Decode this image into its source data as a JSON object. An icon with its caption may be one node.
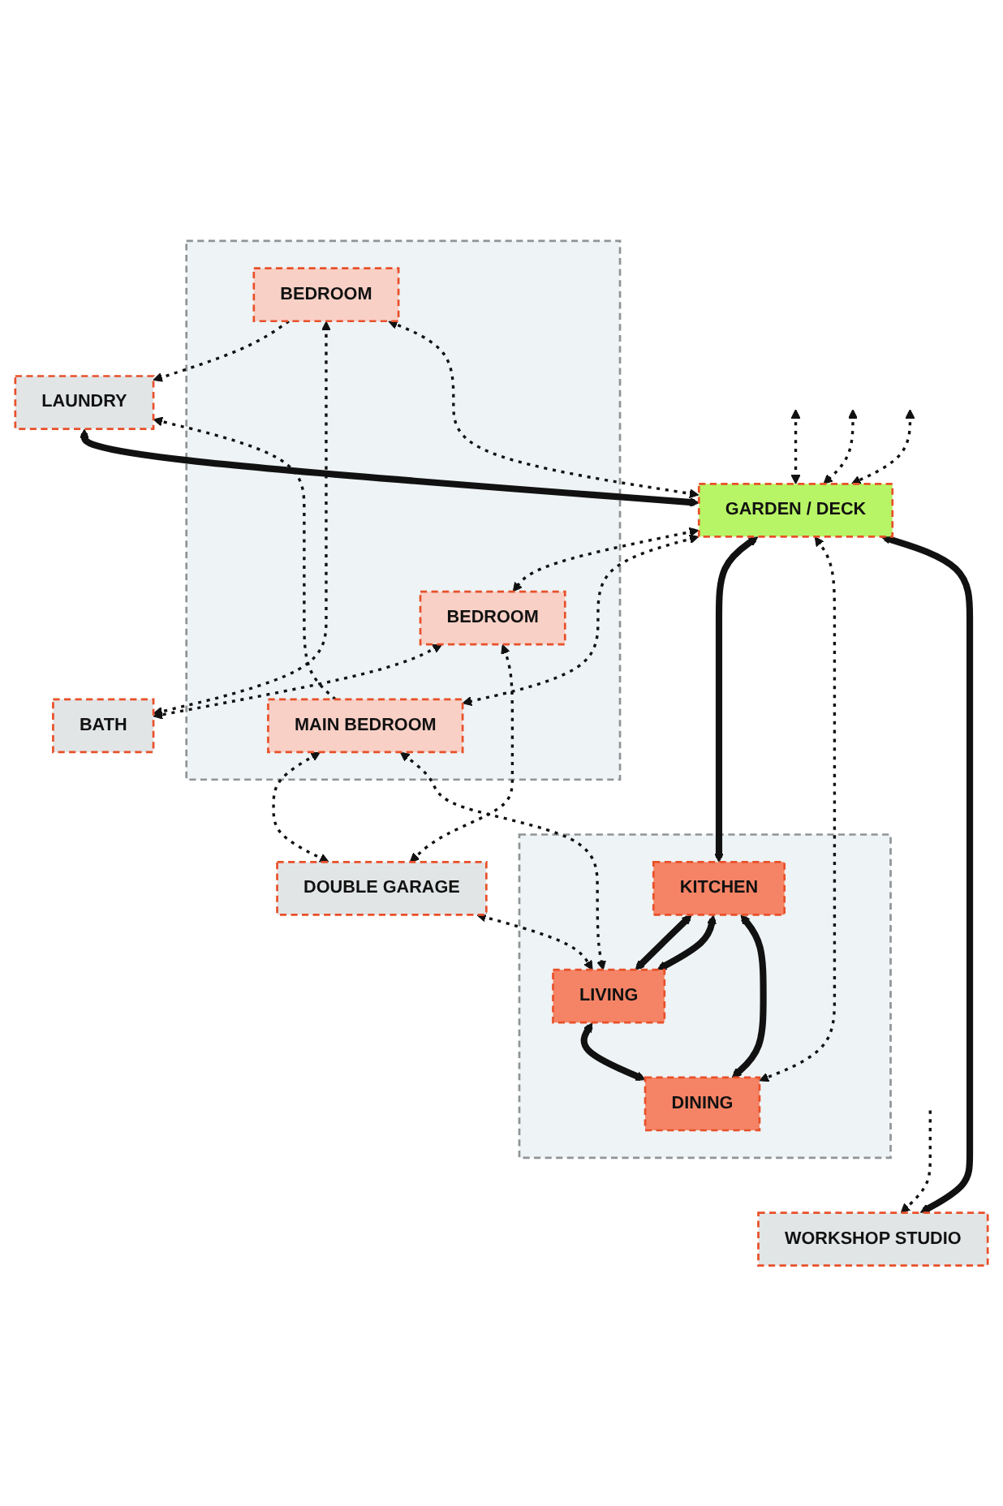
{
  "diagram": {
    "nodes": [
      {
        "text": [],
        "shape": "box"
      },
      {
        "text": [
          "BEDROOM"
        ],
        "in": 0
      },
      {
        "text": [
          "BEDROOM"
        ],
        "in": 0
      },
      {
        "text": [
          "MAIN BEDROOM"
        ],
        "in": 0
      },
      {
        "text": [
          "LAUNDRY"
        ]
      },
      {
        "text": [
          "BATH"
        ]
      },
      {
        "text": [
          "DOUBLE GARAGE"
        ]
      },
      {
        "text": [
          "GARDEN / DECK"
        ]
      },
      {
        "text": [],
        "shape": "box"
      },
      {
        "text": [
          "KITCHEN"
        ],
        "in": 8
      },
      {
        "text": [
          "LIVING"
        ],
        "in": 8
      },
      {
        "text": [
          "DINING"
        ],
        "in": 8
      },
      {
        "text": [
          "WORKSHOP STUDIO"
        ]
      }
    ],
    "edges": [
      {
        "from": 1,
        "to": 4,
        "arrow": "to",
        "style": "dashed"
      },
      {
        "from": 3,
        "to": 4,
        "arrow": "to",
        "style": "dashed"
      },
      {
        "from": 7,
        "to": 1,
        "arrow": "both",
        "style": "dashed"
      },
      {
        "from": 4,
        "to": 7,
        "arrow": "both",
        "style": "thick"
      },
      {
        "from": 7,
        "to": 2,
        "arrow": "both",
        "style": "dashed"
      },
      {
        "from": 1,
        "to": 5,
        "arrow": "both",
        "style": "dashed"
      },
      {
        "from": 2,
        "to": 5,
        "arrow": "both",
        "style": "dashed"
      },
      {
        "from": 2,
        "to": 6,
        "arrow": "both",
        "style": "dashed"
      },
      {
        "from": 3,
        "to": 6,
        "arrow": "both",
        "style": "dashed"
      },
      {
        "from": null,
        "to": 7,
        "arrow": "both",
        "style": "dashed"
      },
      {
        "from": null,
        "to": 7,
        "arrow": "both",
        "style": "dashed"
      },
      {
        "from": 7,
        "to": 3,
        "arrow": "both",
        "style": "dashed"
      },
      {
        "from": 3,
        "to": 10,
        "arrow": "both",
        "style": "dashed"
      },
      {
        "from": 6,
        "to": 10,
        "arrow": "both",
        "style": "dashed"
      },
      {
        "from": null,
        "to": 7,
        "arrow": "both",
        "style": "dashed"
      },
      {
        "from": 7,
        "to": 9,
        "arrow": "both",
        "style": "thick"
      },
      {
        "from": 9,
        "to": 10,
        "arrow": "both",
        "style": "thick"
      },
      {
        "from": 9,
        "to": 10,
        "arrow": "both",
        "style": "thick"
      },
      {
        "from": 9,
        "to": 11,
        "arrow": "both",
        "style": "thick"
      },
      {
        "from": 10,
        "to": 11,
        "arrow": "both",
        "style": "thick"
      },
      {
        "from": 7,
        "to": 11,
        "arrow": "both",
        "style": "dashed"
      },
      {
        "from": 7,
        "to": 12,
        "arrow": "both",
        "style": "thick"
      },
      {
        "from": null,
        "to": 12,
        "arrow": "to",
        "style": "dashed"
      }
    ]
  }
}
